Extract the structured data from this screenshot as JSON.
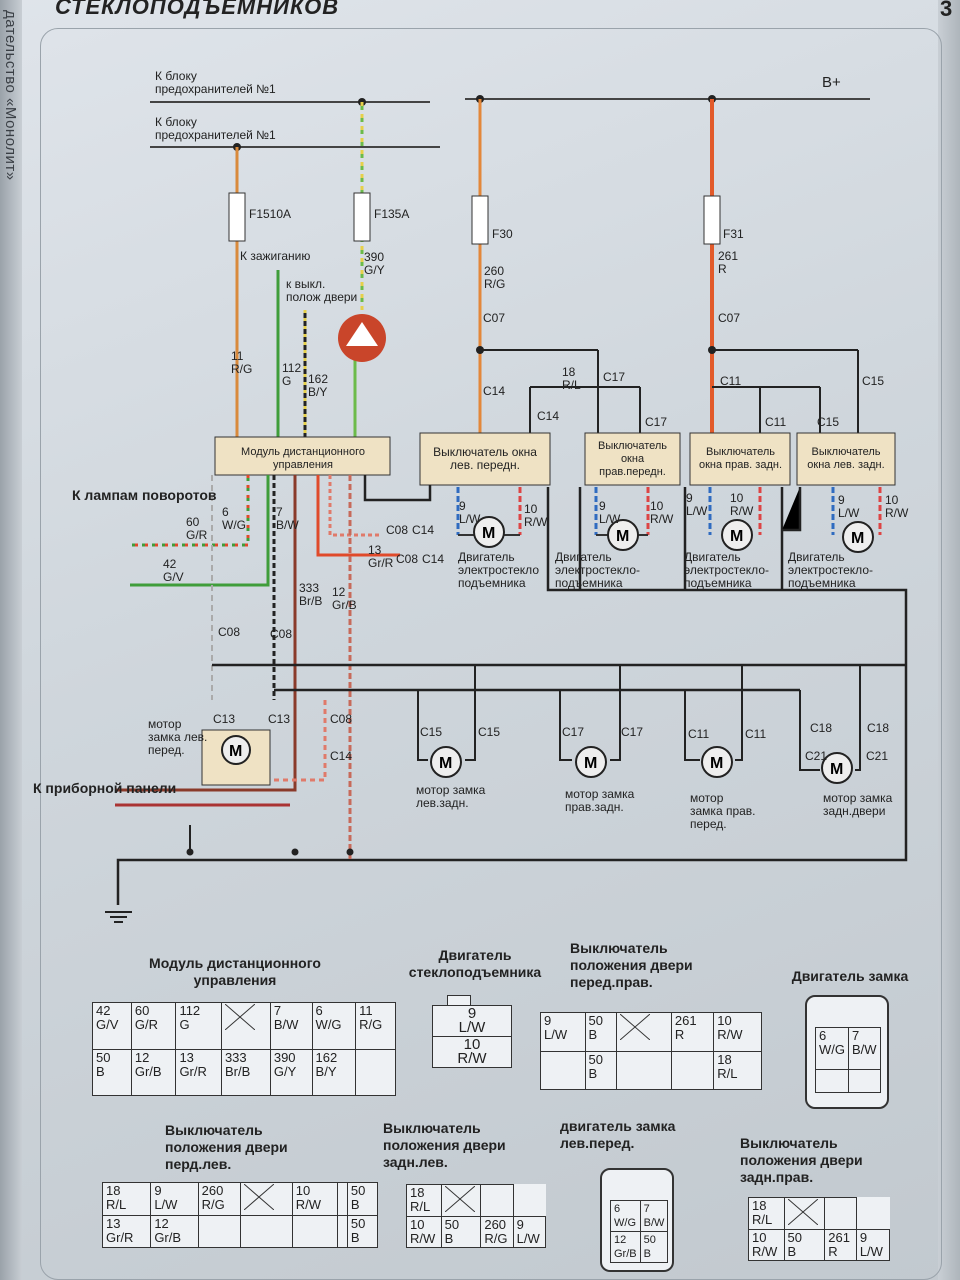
{
  "side_text": "дательство «Монолит»",
  "header": "СТЕКЛОПОДЪЕМНИКОВ",
  "page_mark": "3",
  "top": {
    "to_fuse_block_1": "К блоку\nпредохранителей №1",
    "to_fuse_block_2": "К блоку\nпредохранителей №1",
    "bplus": "B+"
  },
  "fuses": {
    "f1": "F1510A",
    "f2": "F135A",
    "f3": "F30",
    "f4": "F31"
  },
  "wire_labels": {
    "to_ignition": "К зажиганию",
    "w390": "390\nG/Y",
    "w260": "260\nR/G",
    "w261": "261\nR",
    "to_door_switch": "к выкл.\nполож двери",
    "w11": "11\nR/G",
    "w112": "112\nG",
    "w162": "162\nB/Y",
    "w18": "18\nR/L",
    "w6": "6\nW/G",
    "w60": "60\nG/R",
    "w42": "42\nG/V",
    "w7": "7\nB/W",
    "w13": "13\nGr/R",
    "w333": "333\nBr/B",
    "w12": "12\nGr/B",
    "m1_9": "9\nL/W",
    "m1_10": "10\nR/W",
    "m2_9": "9\nL/W",
    "m2_10": "10\nR/W",
    "m3_9": "9\nL/W",
    "m3_10": "10\nR/W",
    "m4_9": "9\nL/W",
    "m4_10": "10\nR/W"
  },
  "connectors": {
    "c07a": "C07",
    "c07b": "C07",
    "c14a": "C14",
    "c17a": "C17",
    "c11a": "C11",
    "c15a": "C15",
    "c14b": "C14",
    "c17b": "C17",
    "c11b": "C11",
    "c15b": "C15",
    "c08a": "C08",
    "c08b": "C08",
    "c08c": "C08",
    "c14c": "C14",
    "c14d": "C14",
    "c08d": "C08",
    "c14e": "C14",
    "c13a": "C13",
    "c13b": "C13",
    "c15c": "C15",
    "c15d": "C15",
    "c17c": "C17",
    "c17d": "C17",
    "c11c": "C11",
    "c11d": "C11",
    "c18a": "C18",
    "c18b": "C18",
    "c21a": "C21",
    "c21b": "C21"
  },
  "blocks": {
    "remote_module": "Модуль дистанционного\nуправления",
    "sw_front_left": "Выключатель окна\nлев. передн.",
    "sw_front_right": "Выключатель\nокна\nправ.передн.",
    "sw_rear_right": "Выключатель\nокна прав. задн.",
    "sw_rear_left": "Выключатель\nокна лев. задн."
  },
  "motors": {
    "wm1": "Двигатель\nэлектростекло\nподъемника",
    "wm2": "Двигатель\nэлектростекло-\nподъемника",
    "wm3": "Двигатель\nэлектростекло-\nподъемника",
    "wm4": "Двигатель\nэлектростекло-\nподъемника",
    "lock_front_left": "мотор\nзамка лев.\nперед.",
    "lock_rear_left": "мотор замка\nлев.задн.",
    "lock_rear_right": "мотор замка\nправ.задн.",
    "lock_front_right": "мотор\nзамка прав.\nперед.",
    "lock_tailgate": "мотор замка\nзадн.двери"
  },
  "side_labels": {
    "turn_lamps": "К лампам поворотов",
    "dashboard": "К приборной панели"
  },
  "legend": {
    "remote_title": "Модуль дистанционного\nуправления",
    "remote_rows": [
      [
        "42\nG/V",
        "60\nG/R",
        "112\nG",
        "X",
        "7\nB/W",
        "6\nW/G",
        "11\nR/G"
      ],
      [
        "50\nB",
        "12\nGr/B",
        "13\nGr/R",
        "333\nBr/B",
        "390\nG/Y",
        "162\nB/Y",
        ""
      ]
    ],
    "motor_title": "Двигатель\nстеклоподъемника",
    "motor_pins": [
      "9\nL/W",
      "10\nR/W"
    ],
    "fr_switch_title": "Выключатель\nположения двери\nперед.прав.",
    "fr_switch_rows": [
      [
        "9\nL/W",
        "50\nB",
        "X",
        "261\nR",
        "10\nR/W"
      ],
      [
        "",
        "50\nB",
        "",
        "",
        "18\nR/L"
      ]
    ],
    "lock_motor_title": "Двигатель замка",
    "lock_motor_pins": [
      "6\nW/G",
      "7\nB/W"
    ],
    "fl_switch_title": "Выключатель\nположения двери\nперд.лев.",
    "fl_switch_rows": [
      [
        "18\nR/L",
        "9\nL/W",
        "260\nR/G",
        "X",
        "10\nR/W",
        "",
        "50\nB"
      ],
      [
        "13\nGr/R",
        "12\nGr/B",
        "",
        "",
        "",
        "",
        "50\nB"
      ]
    ],
    "rl_switch_title": "Выключатель\nположения двери\nзадн.лев.",
    "rl_switch_rows": [
      [
        "18\nR/L",
        "X",
        ""
      ],
      [
        "10\nR/W",
        "50\nB",
        "260\nR/G",
        "9\nL/W"
      ]
    ],
    "fl_lock_title": "двигатель замка\nлев.перед.",
    "fl_lock_pins": [
      "6\nW/G",
      "7\nB/W",
      "12\nGr/B",
      "50\nB"
    ],
    "rr_switch_title": "Выключатель\nположения двери\nзадн.прав.",
    "rr_switch_rows": [
      [
        "18\nR/L",
        "X",
        ""
      ],
      [
        "10\nR/W",
        "50\nB",
        "261\nR",
        "9\nL/W"
      ]
    ]
  }
}
